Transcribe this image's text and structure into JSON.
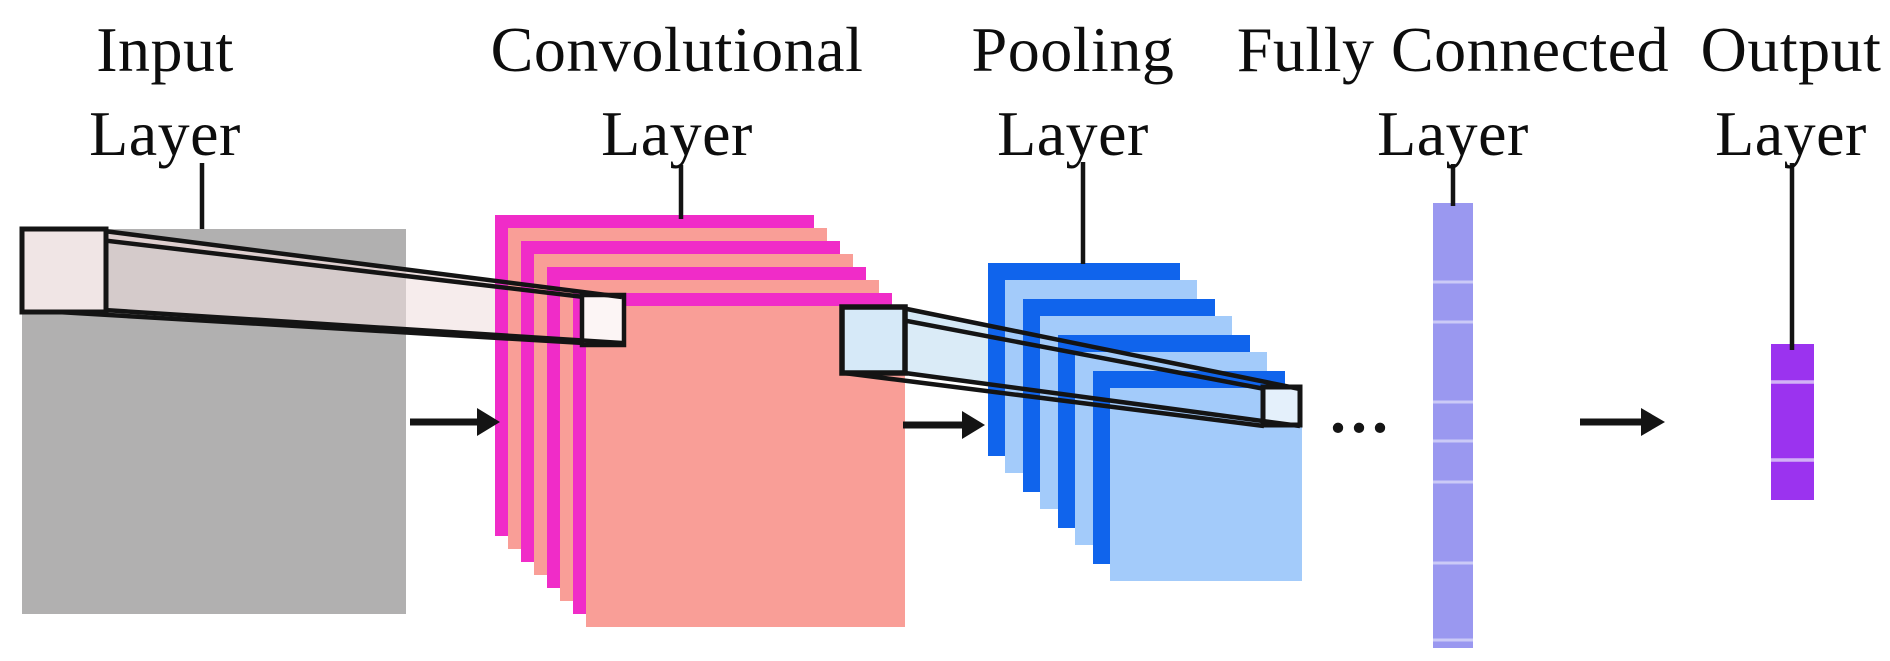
{
  "diagram": {
    "type": "cnn-architecture",
    "ellipsis": "...",
    "layers": [
      {
        "id": "input-layer",
        "label_line1": "Input",
        "label_line2": "Layer"
      },
      {
        "id": "convolutional-layer",
        "label_line1": "Convolutional",
        "label_line2": "Layer"
      },
      {
        "id": "pooling-layer",
        "label_line1": "Pooling",
        "label_line2": "Layer"
      },
      {
        "id": "fully-connected-layer",
        "label_line1": "Fully Connected",
        "label_line2": "Layer"
      },
      {
        "id": "output-layer",
        "label_line1": "Output",
        "label_line2": "Layer"
      }
    ],
    "feature_map_counts": {
      "convolutional": 4,
      "pooling": 4
    },
    "fc_segment_divider_ys": [
      282,
      322,
      402,
      441,
      482,
      563,
      640
    ],
    "output_segment_divider_ys": [
      382,
      460
    ]
  },
  "colors": {
    "background": "#ffffff",
    "text": "#0d0d0d",
    "line": "#141414",
    "input_gray": "#b1b0b0",
    "conv_border": "#f02cc8",
    "conv_fill": "#f99e97",
    "pool_border": "#1064ec",
    "pool_fill": "#a3cbfa",
    "fc_bar": "#9a98f0",
    "fc_divider": "#cbcaf7",
    "output_bar": "#9b33ef",
    "output_divider": "#d2b1f6",
    "kernel_input_fill": "#f0e5e5",
    "conv_target_fill": "#fcf5f5",
    "conv_kernel_fill": "#d6e9f8",
    "pool_target_fill": "#e4f0fb",
    "beam_pink_body": "rgba(240,222,222,0.58)",
    "beam_pink_top": "rgba(215,196,196,0.55)",
    "beam_blue_body": "rgba(212,231,246,0.85)",
    "beam_blue_top": "rgba(205,227,245,0.65)"
  }
}
